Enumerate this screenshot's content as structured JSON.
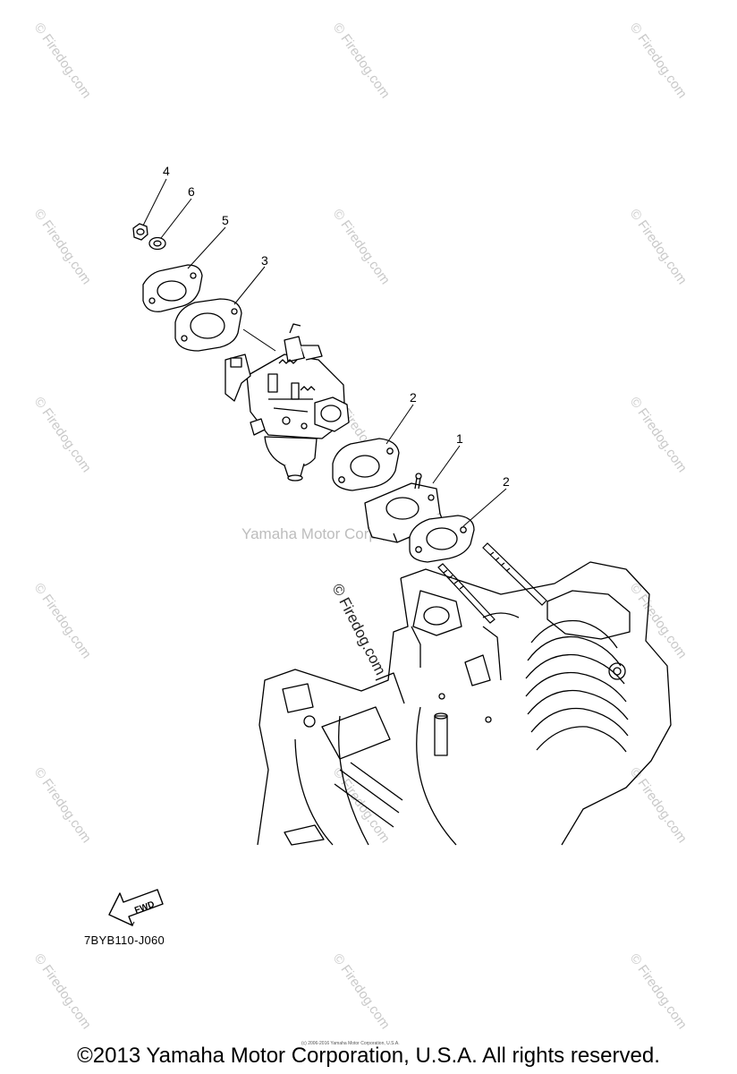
{
  "watermarks": {
    "corner_text": "© Firedog.com",
    "center_text": "Yamaha Motor Corp., U.S.A.",
    "firedog_text": "© Firedog.com"
  },
  "callouts": [
    "1",
    "2",
    "2",
    "3",
    "4",
    "5",
    "6"
  ],
  "fwd_label": "FWD",
  "part_code": "7BYB110-J060",
  "tiny_copyright": "(c) 2006-2016 Yamaha Motor Corporation, U.S.A.",
  "footer": "©2013 Yamaha Motor Corporation, U.S.A. All rights reserved.",
  "colors": {
    "line": "#000000",
    "watermark": "#c9c9c9"
  }
}
